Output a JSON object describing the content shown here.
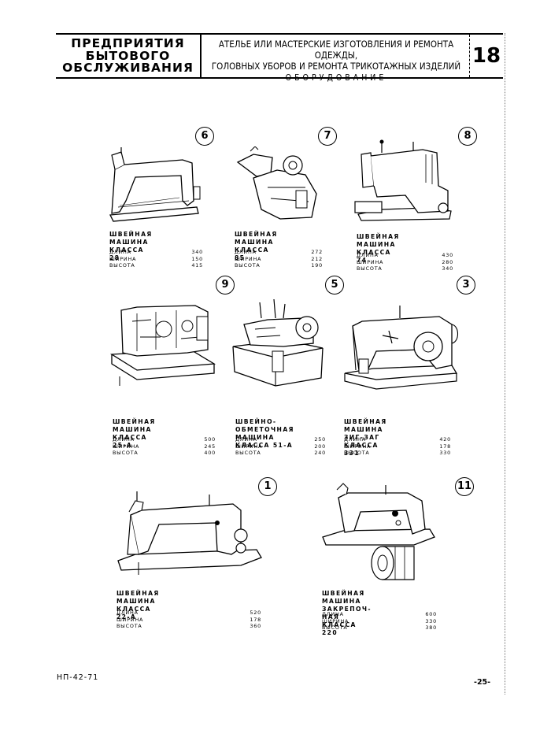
{
  "header": {
    "left_title": [
      "ПРЕДПРИЯТИЯ",
      "БЫТОВОГО",
      "ОБСЛУЖИВАНИЯ"
    ],
    "mid_title": [
      "АТЕЛЬЕ ИЛИ МАСТЕРСКИЕ ИЗГОТОВЛЕНИЯ И РЕМОНТА ОДЕЖДЫ,",
      "ГОЛОВНЫХ УБОРОВ И РЕМОНТА ТРИКОТАЖНЫХ ИЗДЕЛИЙ"
    ],
    "mid_sub": "ОБОРУДОВАНИЕ",
    "sheet_number": "18"
  },
  "items": [
    {
      "num": "6",
      "caption": [
        "ШВЕЙНАЯ МАШИНА",
        "КЛАССА 28"
      ],
      "dims": [
        [
          "ДЛИНА",
          "340"
        ],
        [
          "ШИРИНА",
          "150"
        ],
        [
          "ВЫСОТА",
          "415"
        ]
      ]
    },
    {
      "num": "7",
      "caption": [
        "ШВЕЙНАЯ МАШИНА",
        "КЛАССА 85"
      ],
      "dims": [
        [
          "ДЛИНА",
          "272"
        ],
        [
          "ШИРИНА",
          "212"
        ],
        [
          "ВЫСОТА",
          "190"
        ]
      ]
    },
    {
      "num": "8",
      "caption": [
        "ШВЕЙНАЯ МАШИНА",
        "КЛАССА 74"
      ],
      "dims": [
        [
          "ДЛИНА",
          "430"
        ],
        [
          "ШИРИНА",
          "280"
        ],
        [
          "ВЫСОТА",
          "340"
        ]
      ]
    },
    {
      "num": "9",
      "caption": [
        "ШВЕЙНАЯ МАШИНА",
        "КЛАССА 25-А"
      ],
      "dims": [
        [
          "ДЛИНА",
          "500"
        ],
        [
          "ШИРИНА",
          "245"
        ],
        [
          "ВЫСОТА",
          "400"
        ]
      ]
    },
    {
      "num": "5",
      "caption": [
        "ШВЕЙНО-ОБМЕТОЧНАЯ",
        "МАШИНА КЛАССА 51-А"
      ],
      "dims": [
        [
          "ДЛИНА",
          "250"
        ],
        [
          "ШИРИНА",
          "200"
        ],
        [
          "ВЫСОТА",
          "240"
        ]
      ]
    },
    {
      "num": "3",
      "caption": [
        "ШВЕЙНАЯ МАШИНА",
        "ЗИГ-ЗАГ КЛАССА 331"
      ],
      "dims": [
        [
          "ДЛИНА",
          "420"
        ],
        [
          "ШИРИНА",
          "178"
        ],
        [
          "ВЫСОТА",
          "330"
        ]
      ]
    },
    {
      "num": "1",
      "caption": [
        "ШВЕЙНАЯ МАШИНА КЛАССА 22-А"
      ],
      "dims": [
        [
          "ДЛИНА",
          "520"
        ],
        [
          "ШИРИНА",
          "178"
        ],
        [
          "ВЫСОТА",
          "360"
        ]
      ]
    },
    {
      "num": "11",
      "caption": [
        "ШВЕЙНАЯ МАШИНА ЗАКРЕПОЧ-",
        "НАЯ КЛАССА 220"
      ],
      "dims": [
        [
          "ДЛИНА",
          "600"
        ],
        [
          "ШИРИНА",
          "330"
        ],
        [
          "ВЫСОТА",
          "380"
        ]
      ]
    }
  ],
  "footer": {
    "code": "НП-42-71",
    "page": "-25-"
  }
}
